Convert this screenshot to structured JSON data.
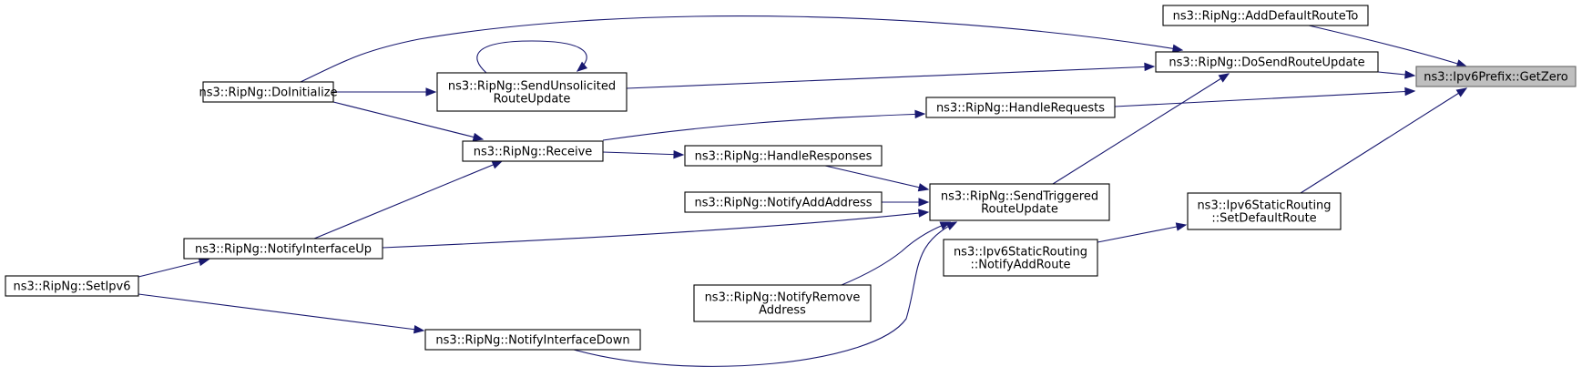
{
  "diagram": {
    "type": "call-graph",
    "colors": {
      "edge": "#191970",
      "root_fill": "#bfbfbf",
      "node_border": "#000000"
    },
    "nodes": [
      {
        "id": "GetZero",
        "lines": [
          "ns3::Ipv6Prefix::GetZero"
        ],
        "root": true
      },
      {
        "id": "AddDefaultRouteTo",
        "lines": [
          "ns3::RipNg::AddDefaultRouteTo"
        ]
      },
      {
        "id": "DoSendRouteUpdate",
        "lines": [
          "ns3::RipNg::DoSendRouteUpdate"
        ]
      },
      {
        "id": "HandleRequests",
        "lines": [
          "ns3::RipNg::HandleRequests"
        ]
      },
      {
        "id": "SetDefaultRoute",
        "lines": [
          "ns3::Ipv6StaticRouting",
          "::SetDefaultRoute"
        ]
      },
      {
        "id": "DoInitialize",
        "lines": [
          "ns3::RipNg::DoInitialize"
        ]
      },
      {
        "id": "SendUnsolicitedRouteUpdate",
        "lines": [
          "ns3::RipNg::SendUnsolicited",
          "RouteUpdate"
        ]
      },
      {
        "id": "SendTriggeredRouteUpdate",
        "lines": [
          "ns3::RipNg::SendTriggered",
          "RouteUpdate"
        ]
      },
      {
        "id": "Receive",
        "lines": [
          "ns3::RipNg::Receive"
        ]
      },
      {
        "id": "HandleResponses",
        "lines": [
          "ns3::RipNg::HandleResponses"
        ]
      },
      {
        "id": "NotifyAddAddress",
        "lines": [
          "ns3::RipNg::NotifyAddAddress"
        ]
      },
      {
        "id": "NotifyInterfaceUp",
        "lines": [
          "ns3::RipNg::NotifyInterfaceUp"
        ]
      },
      {
        "id": "NotifyRemoveAddress",
        "lines": [
          "ns3::RipNg::NotifyRemove",
          "Address"
        ]
      },
      {
        "id": "NotifyInterfaceDown",
        "lines": [
          "ns3::RipNg::NotifyInterfaceDown"
        ]
      },
      {
        "id": "SetIpv6",
        "lines": [
          "ns3::RipNg::SetIpv6"
        ]
      },
      {
        "id": "NotifyAddRoute",
        "lines": [
          "ns3::Ipv6StaticRouting",
          "::NotifyAddRoute"
        ]
      }
    ],
    "edges": [
      {
        "from": "AddDefaultRouteTo",
        "to": "GetZero"
      },
      {
        "from": "DoSendRouteUpdate",
        "to": "GetZero"
      },
      {
        "from": "HandleRequests",
        "to": "GetZero"
      },
      {
        "from": "SetDefaultRoute",
        "to": "GetZero"
      },
      {
        "from": "DoInitialize",
        "to": "DoSendRouteUpdate"
      },
      {
        "from": "SendUnsolicitedRouteUpdate",
        "to": "DoSendRouteUpdate"
      },
      {
        "from": "SendTriggeredRouteUpdate",
        "to": "DoSendRouteUpdate"
      },
      {
        "from": "Receive",
        "to": "HandleRequests"
      },
      {
        "from": "NotifyAddRoute",
        "to": "SetDefaultRoute"
      },
      {
        "from": "SendUnsolicitedRouteUpdate",
        "to": "SendUnsolicitedRouteUpdate"
      },
      {
        "from": "DoInitialize",
        "to": "SendUnsolicitedRouteUpdate"
      },
      {
        "from": "DoInitialize",
        "to": "Receive"
      },
      {
        "from": "NotifyInterfaceUp",
        "to": "Receive"
      },
      {
        "from": "Receive",
        "to": "HandleResponses"
      },
      {
        "from": "HandleResponses",
        "to": "SendTriggeredRouteUpdate"
      },
      {
        "from": "NotifyAddAddress",
        "to": "SendTriggeredRouteUpdate"
      },
      {
        "from": "NotifyInterfaceUp",
        "to": "SendTriggeredRouteUpdate"
      },
      {
        "from": "NotifyRemoveAddress",
        "to": "SendTriggeredRouteUpdate"
      },
      {
        "from": "NotifyInterfaceDown",
        "to": "SendTriggeredRouteUpdate"
      },
      {
        "from": "SetIpv6",
        "to": "NotifyInterfaceUp"
      },
      {
        "from": "SetIpv6",
        "to": "NotifyInterfaceDown"
      }
    ]
  }
}
